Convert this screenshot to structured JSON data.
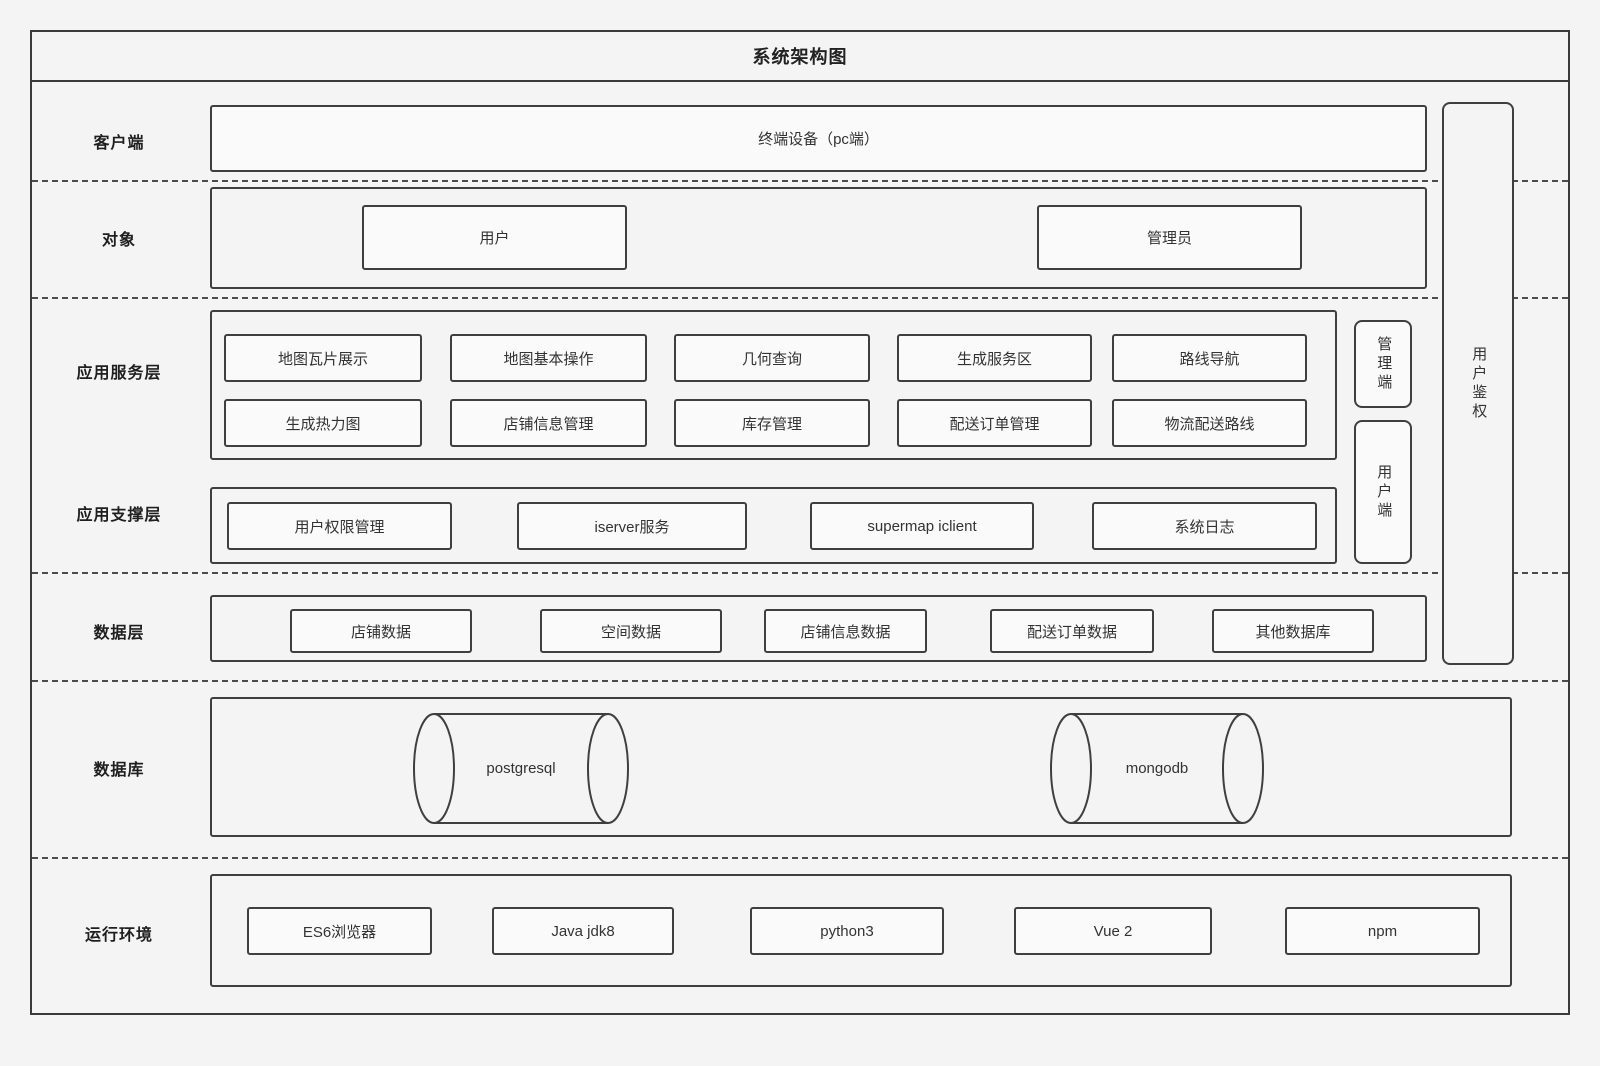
{
  "title": "系统架构图",
  "client": {
    "label": "客户端",
    "device": "终端设备（pc端）"
  },
  "objects": {
    "label": "对象",
    "user": "用户",
    "admin": "管理员"
  },
  "service": {
    "label": "应用服务层",
    "row1": [
      "地图瓦片展示",
      "地图基本操作",
      "几何查询",
      "生成服务区",
      "路线导航"
    ],
    "row2": [
      "生成热力图",
      "店铺信息管理",
      "库存管理",
      "配送订单管理",
      "物流配送路线"
    ]
  },
  "support": {
    "label": "应用支撑层",
    "items": [
      "用户权限管理",
      "iserver服务",
      "supermap iclient",
      "系统日志"
    ]
  },
  "datalayer": {
    "label": "数据层",
    "items": [
      "店铺数据",
      "空间数据",
      "店铺信息数据",
      "配送订单数据",
      "其他数据库"
    ]
  },
  "database": {
    "label": "数据库",
    "postgres": "postgresql",
    "mongo": "mongodb"
  },
  "runtime": {
    "label": "运行环境",
    "items": [
      "ES6浏览器",
      "Java jdk8",
      "python3",
      "Vue 2",
      "npm"
    ]
  },
  "side": {
    "admin_client": "管理端",
    "user_client": "用户端",
    "auth": "用户鉴权"
  }
}
